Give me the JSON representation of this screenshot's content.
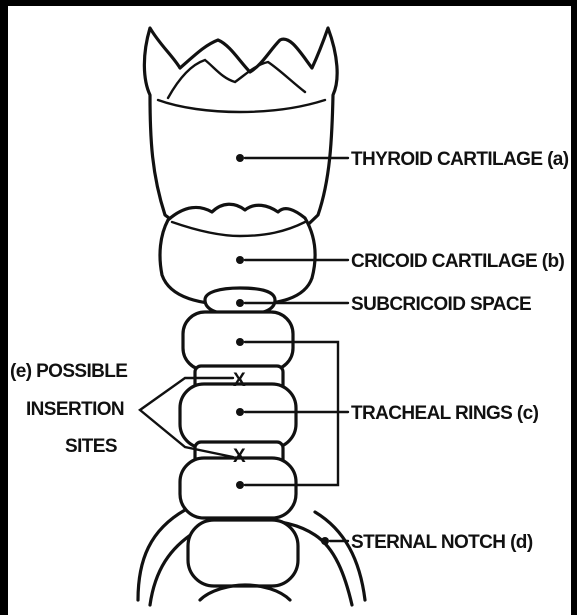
{
  "diagram": {
    "labels": {
      "thyroid": "THYROID CARTILAGE (a)",
      "cricoid": "CRICOID CARTILAGE (b)",
      "subcricoid": "SUBCRICOID SPACE",
      "tracheal": "TRACHEAL RINGS (c)",
      "sternal": "STERNAL NOTCH (d)",
      "insertion_line1": "(e) POSSIBLE",
      "insertion_line2": "INSERTION",
      "insertion_line3": "SITES"
    },
    "insertion_marks": [
      "X",
      "X"
    ]
  }
}
